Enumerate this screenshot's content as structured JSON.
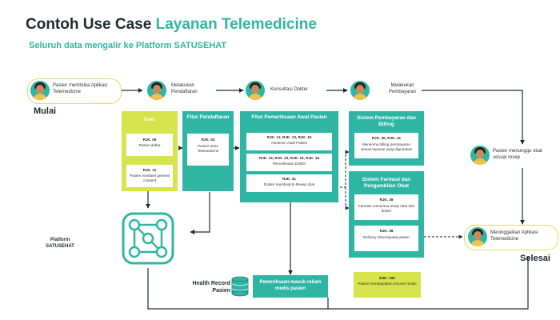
{
  "header": {
    "title_main": "Contoh Use Case ",
    "title_accent": "Layanan Telemedicine",
    "subtitle": "Seluruh data mengalir ke Platform SATUSEHAT"
  },
  "flow": {
    "start_step": "Pasien membuka Aplikasi Telemedicine",
    "start_label": "Mulai",
    "step_registration": "Melakukan Pendaftaran",
    "step_consultation": "Konsultasi Dokter",
    "step_payment": "Melakukan Pembayaran",
    "step_wait": "Pasien menunggu obat sesuai resep",
    "end_step": "Meninggalkan Aplikasi Telemedicine",
    "end_label": "Selesai"
  },
  "platform": {
    "label": "Platform SATUSEHAT"
  },
  "panels": {
    "user": {
      "title": "User",
      "cards": [
        {
          "code": "RJK. 06",
          "text": "Pasien daftar"
        },
        {
          "code": "RJK. 11",
          "text": "Pasien memberi general consent"
        }
      ]
    },
    "registration": {
      "title": "Fitur Pendaftaran",
      "cards": [
        {
          "code": "RJK. 03",
          "text": "Pasien antre Telemedicine"
        }
      ]
    },
    "examination": {
      "title": "Fitur Pemeriksaan Awal Pasien",
      "cards": [
        {
          "code": "RJK. 12, RJK. 13, RJK. 15",
          "text": "Asesmen Awal Pasien"
        },
        {
          "code": "RJK. 12, RJK. 13, RJK. 14, RJK. 15",
          "text": "Pemeriksaan Dokter"
        },
        {
          "code": "RJK. 31",
          "text": "Dokter membuat E-Resep obat"
        }
      ]
    },
    "billing": {
      "title": "Sistem Pembayaran dan Billing",
      "cards": [
        {
          "code": "RJK. 40, RJK. 41",
          "text": "Menerima billing pembayaran sesuai layanan yang digunakan"
        }
      ]
    },
    "pharmacy": {
      "title": "Sistem Farmasi dan Pengambilan Obat",
      "cards": [
        {
          "code": "RJK. 38",
          "text": "Farmasi menerima resep obat dari dokter"
        },
        {
          "code": "RJK. 38",
          "text": "Delivery obat kepada pasien"
        }
      ]
    },
    "survey": {
      "code": "RJK. 100",
      "text": "Pasien mendapatkan resume medis"
    }
  },
  "health_record": {
    "label": "Health Record Pasien",
    "box_text": "Pemeriksaan masuk rekam medis pasien"
  },
  "colors": {
    "teal": "#2fb5a4",
    "yellow": "#d7e34a",
    "dark": "#1f2a2e"
  },
  "icons": [
    "person-avatar-icon",
    "database-icon",
    "platform-network-icon"
  ]
}
